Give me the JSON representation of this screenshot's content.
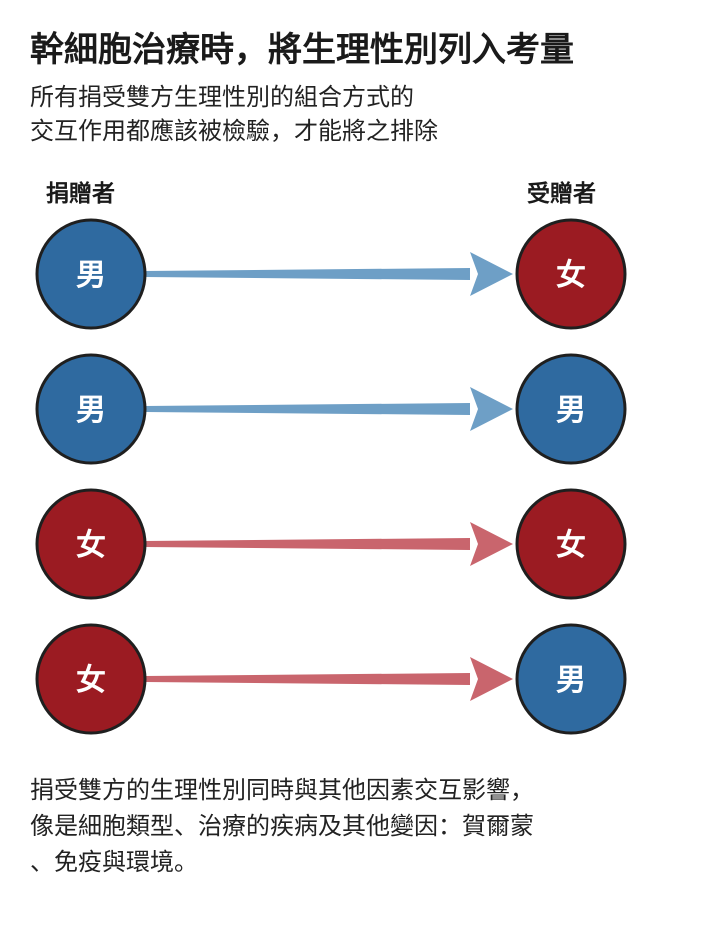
{
  "title": "幹細胞治療時，將生理性別列入考量",
  "subtitle": [
    "所有捐受雙方生理性別的組合方式的",
    "交互作用都應該被檢驗，才能將之排除"
  ],
  "columns": {
    "donor": "捐贈者",
    "recipient": "受贈者"
  },
  "colors": {
    "male_fill": "#2f6aa0",
    "female_fill": "#9b1b22",
    "male_arrow": "#6e9fc6",
    "female_arrow": "#c9656d",
    "node_stroke": "#1f1f1f"
  },
  "labels": {
    "male": "男",
    "female": "女"
  },
  "pairs": [
    {
      "donor": "male",
      "recipient": "female"
    },
    {
      "donor": "male",
      "recipient": "male"
    },
    {
      "donor": "female",
      "recipient": "female"
    },
    {
      "donor": "female",
      "recipient": "male"
    }
  ],
  "footer": [
    "捐受雙方的生理性別同時與其他因素交互影響，",
    "像是細胞類型、治療的疾病及其他變因：賀爾蒙",
    "、免疫與環境。"
  ]
}
